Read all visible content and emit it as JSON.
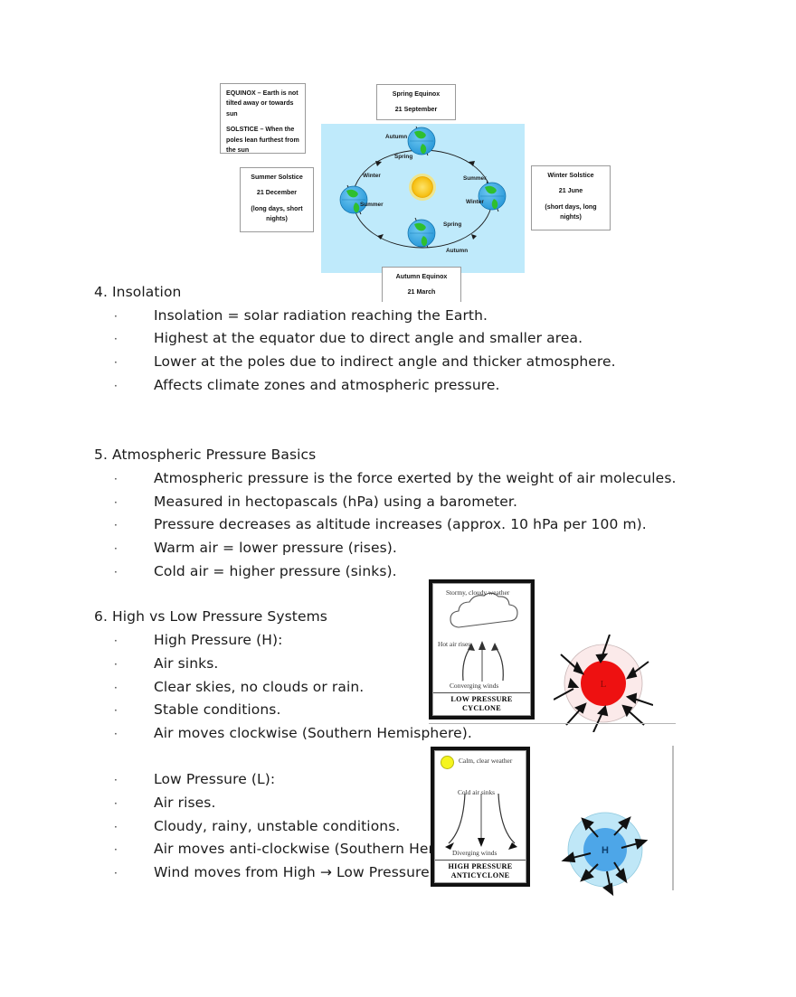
{
  "document": {
    "type": "study-notes",
    "topic": "Insolation and Atmospheric Pressure"
  },
  "seasons_figure": {
    "definition_box": {
      "line1": "EQUINOX – Earth is not tilted away or towards sun",
      "line2": "SOLSTICE – When the poles lean furthest from the sun"
    },
    "spring_equinox": {
      "title": "Spring Equinox",
      "date": "21 September"
    },
    "autumn_equinox": {
      "title": "Autumn Equinox",
      "date": "21 March"
    },
    "summer_solstice": {
      "title": "Summer Solstice",
      "date": "21 December",
      "note": "(long days, short nights)"
    },
    "winter_solstice": {
      "title": "Winter Solstice",
      "date": "21 June",
      "note": "(short days, long nights)"
    },
    "orbit_labels": {
      "top_earth_left": "Autumn",
      "top_earth_below": "Spring",
      "left_earth_upper": "Winter",
      "left_earth_lower": "Summer",
      "right_earth_upper": "Summer",
      "right_earth_lower": "Winter",
      "bottom_earth_upper": "Spring",
      "bottom_earth_lower": "Autumn"
    },
    "background_color": "#bfeafb",
    "sun_color": "#f7c51e"
  },
  "sections": [
    {
      "heading": "4. Insolation",
      "bullets": [
        "Insolation = solar radiation reaching the Earth.",
        "Highest at the equator due to direct angle and smaller area.",
        "Lower at the poles due to indirect angle and thicker atmosphere.",
        "Affects climate zones and atmospheric pressure."
      ]
    },
    {
      "heading": "5. Atmospheric Pressure Basics",
      "bullets": [
        "Atmospheric pressure is the force exerted by the weight of air molecules.",
        "Measured in hectopascals (hPa) using a barometer.",
        "Pressure decreases as altitude increases (approx. 10 hPa per 100 m).",
        "Warm air = lower pressure (rises).",
        "Cold air = higher pressure (sinks)."
      ]
    },
    {
      "heading": "6. High vs Low Pressure Systems",
      "bullets_high": [
        "High Pressure (H):",
        "Air sinks.",
        "Clear skies, no clouds or rain.",
        "Stable conditions.",
        "Air moves clockwise (Southern Hemisphere)."
      ],
      "bullets_low": [
        "Low Pressure (L):",
        "Air rises.",
        "Cloudy, rainy, unstable conditions.",
        "Air moves anti-clockwise (Southern Hemisphere).",
        "Wind moves from High → Low Pressure."
      ]
    }
  ],
  "bullet_marker": "·",
  "low_pressure_diagram": {
    "top_label": "Stormy, cloudy weather",
    "left_label": "Hot air rises",
    "bottom_label": "Converging winds",
    "caption_line1": "LOW PRESSURE",
    "caption_line2": "CYCLONE"
  },
  "high_pressure_diagram": {
    "top_label": "Calm, clear weather",
    "middle_label": "Cold air sinks",
    "bottom_label": "Diverging winds",
    "caption_line1": "HIGH PRESSURE",
    "caption_line2": "ANTICYCLONE",
    "sun_color": "#f5f51f"
  },
  "low_pressure_circle": {
    "center_letter": "L",
    "core_color": "#ee1111",
    "halo_color": "#fbeaea",
    "arrow_direction": "inward"
  },
  "high_pressure_circle": {
    "center_letter": "H",
    "core_color": "#4da6e8",
    "halo_color": "#bfe7f7",
    "arrow_direction": "outward"
  }
}
